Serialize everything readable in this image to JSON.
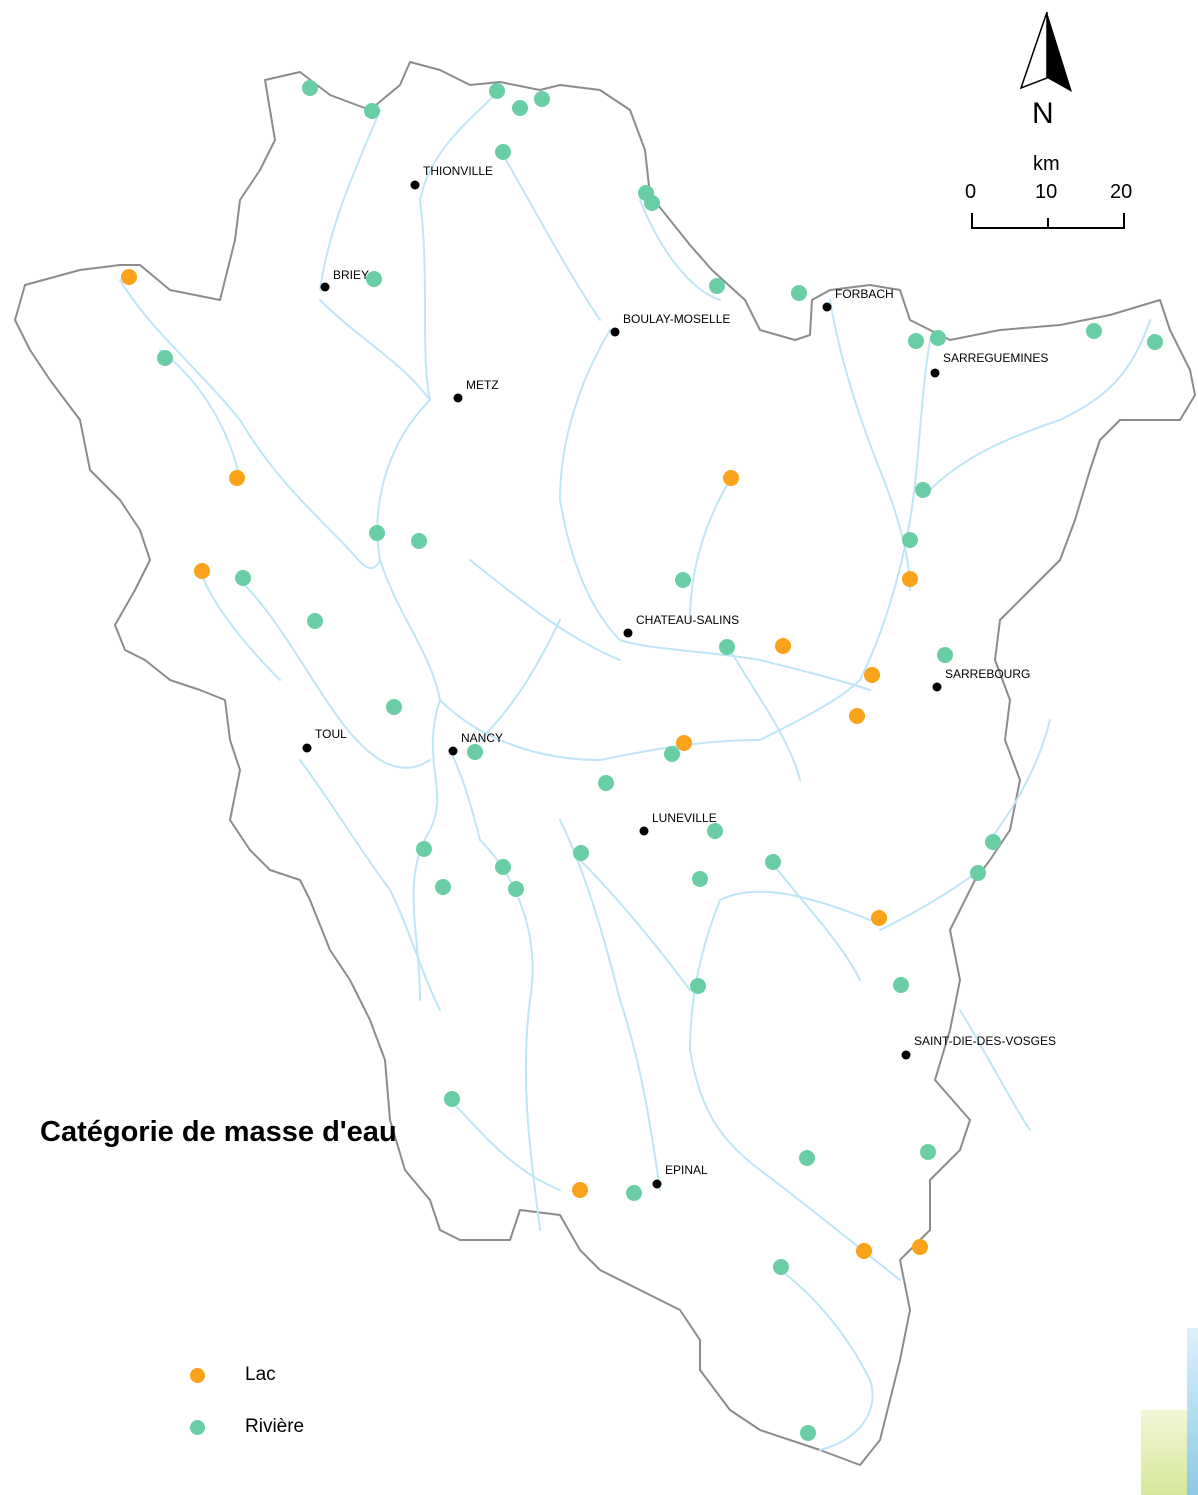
{
  "colors": {
    "lac": "#FAA21A",
    "riviere": "#69CEA6",
    "river_lines": "#BFE6F6",
    "border": "#8C8C8C",
    "city": "#000000"
  },
  "north_arrow": {
    "label": "N"
  },
  "scale_bar": {
    "unit": "km",
    "ticks": [
      "0",
      "10",
      "20"
    ]
  },
  "cities": [
    {
      "name": "THIONVILLE"
    },
    {
      "name": "BRIEY"
    },
    {
      "name": "BOULAY-MOSELLE"
    },
    {
      "name": "FORBACH"
    },
    {
      "name": "SARREGUEMINES"
    },
    {
      "name": "METZ"
    },
    {
      "name": "CHATEAU-SALINS"
    },
    {
      "name": "SARREBOURG"
    },
    {
      "name": "TOUL"
    },
    {
      "name": "NANCY"
    },
    {
      "name": "LUNEVILLE"
    },
    {
      "name": "SAINT-DIE-DES-VOSGES"
    },
    {
      "name": "EPINAL"
    }
  ],
  "legend": {
    "title": "Catégorie de masse d'eau",
    "items": [
      {
        "label": "Lac",
        "category": "lac"
      },
      {
        "label": "Rivière",
        "category": "riviere"
      }
    ]
  }
}
